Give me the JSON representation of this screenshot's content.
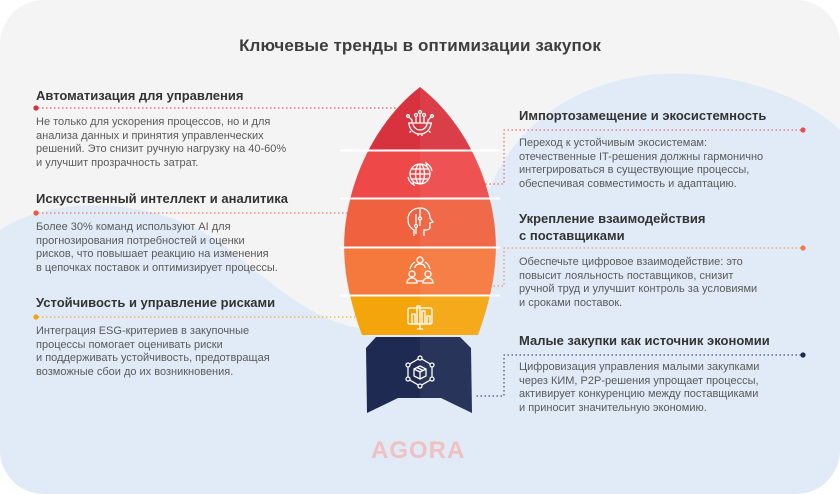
{
  "title": "Ключевые тренды в оптимизации закупок",
  "left_items": [
    {
      "heading": "Автоматизация для управления",
      "lines": [
        "Не только для ускорения процессов, но и для",
        "анализа данных и принятия управленческих",
        "решений. Это снизит ручную нагрузку на 40-60%",
        "и улучшит прозрачность затрат."
      ],
      "color": "#d4303c",
      "icon": "gear-circuit-icon"
    },
    {
      "heading": "Искусственный интеллект и аналитика",
      "lines": [
        "Более 30% команд используют AI для",
        "прогнозирования потребностей и оценки",
        "рисков, что повышает реакцию на изменения",
        "в цепочках поставок и оптимизирует процессы."
      ],
      "color": "#ef5a3f",
      "icon": "ai-head-icon"
    },
    {
      "heading": "Устойчивость и управление рисками",
      "lines": [
        "Интеграция ESG-критериев в закупочные",
        "процессы помогает оценивать риски",
        "и поддерживать устойчивость, предотвращая",
        "возможные сбои до их возникновения."
      ],
      "color": "#f2a20a",
      "icon": "monitor-chart-icon"
    }
  ],
  "right_items": [
    {
      "heading": "Импортозамещение и экосистемность",
      "lines": [
        "Переход к устойчивым экосистемам:",
        "отечественные IT-решения должны гармонично",
        "интегрироваться в существующие процессы,",
        "обеспечивая совместимость  и адаптацию."
      ],
      "color": "#ee4b4b",
      "icon": "globe-arrows-icon"
    },
    {
      "heading_lines": [
        "Укрепление взаимодействия",
        "с поставщиками"
      ],
      "lines": [
        "Обеспечьте цифровое взаимодействие: это",
        "повысит лояльность поставщиков, снизит",
        "ручной труд и улучшит контроль за условиями",
        "и сроками поставок."
      ],
      "color": "#f47a45",
      "icon": "people-network-icon"
    },
    {
      "heading": "Малые закупки как источник экономии",
      "lines": [
        "Цифровизация управления малыми закупками",
        "через КИМ, P2P-решения упрощает процессы,",
        "активирует конкуренцию между поставщиками",
        "и приносит значительную экономию."
      ],
      "color": "#1f2a50",
      "icon": "box-network-icon"
    }
  ],
  "rocket_colors": {
    "tip": "#d8323e",
    "band2": "#ee4848",
    "band3": "#f0613f",
    "band4": "#f5783c",
    "band5": "#f4a50c",
    "base": "#1e2a52"
  },
  "background": {
    "card": "#f4f4f4",
    "blob": "#e0ebf7"
  },
  "logo": "AGORA"
}
